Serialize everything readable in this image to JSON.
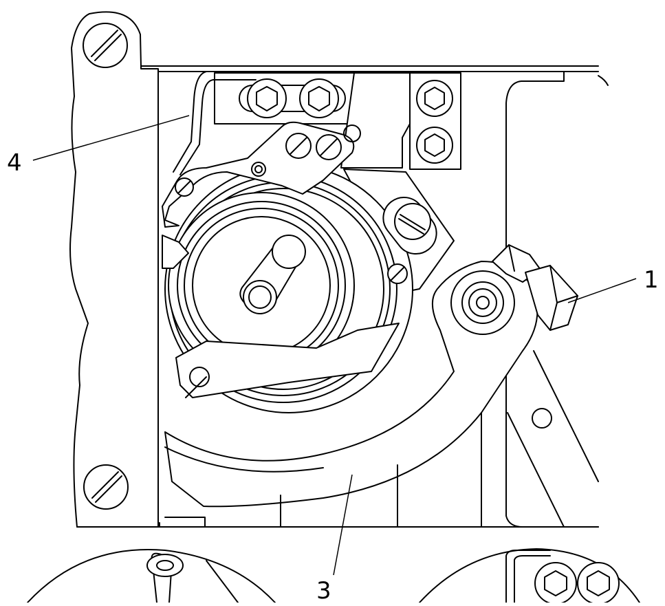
{
  "callouts": [
    {
      "id": "1",
      "label": "1"
    },
    {
      "id": "3",
      "label": "3"
    },
    {
      "id": "4",
      "label": "4"
    }
  ],
  "details": [
    "left-detail-circle",
    "right-detail-circle"
  ]
}
